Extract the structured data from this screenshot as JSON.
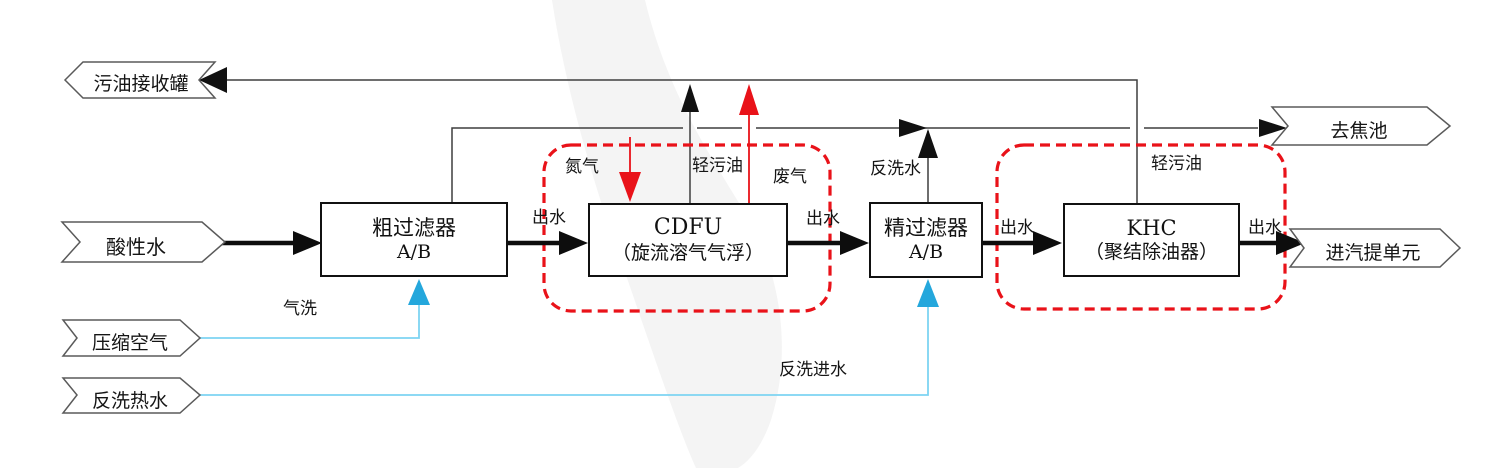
{
  "diagram": {
    "type": "process-flow",
    "language": "zh-CN",
    "terminals": {
      "oil_tank": {
        "label": "污油接收罐",
        "direction": "left"
      },
      "acid_water": {
        "label": "酸性水",
        "direction": "right"
      },
      "compressed_air": {
        "label": "压缩空气",
        "direction": "right"
      },
      "backwash_hot_water": {
        "label": "反洗热水",
        "direction": "right"
      },
      "coke_pool": {
        "label": "去焦池",
        "direction": "right"
      },
      "stripping_unit": {
        "label": "进汽提单元",
        "direction": "right"
      }
    },
    "units": {
      "coarse_filter": {
        "line1": "粗过滤器",
        "line2": "A/B"
      },
      "cdfu": {
        "line1": "CDFU",
        "line2": "（旋流溶气气浮）"
      },
      "fine_filter": {
        "line1": "精过滤器",
        "line2": "A/B"
      },
      "khc": {
        "line1": "KHC",
        "line2": "（聚结除油器）"
      }
    },
    "streams": {
      "outlet_water_1": "出水",
      "outlet_water_2": "出水",
      "outlet_water_3": "出水",
      "outlet_water_4": "出水",
      "air_wash": "气洗",
      "nitrogen": "氮气",
      "light_oil_cdfu": "轻污油",
      "waste_gas": "废气",
      "backwash_water": "反洗水",
      "light_oil_khc": "轻污油",
      "backwash_inlet_water": "反洗进水"
    },
    "colors": {
      "red": "#e91219",
      "cyan_line": "#7dd4f2",
      "cyan_arrow": "#24a7dc",
      "thin_line": "#3e3e3e",
      "flow_line": "#0d0d0d",
      "banner_stroke": "#5a5a5a",
      "watermark": "#f4f4f4"
    }
  }
}
